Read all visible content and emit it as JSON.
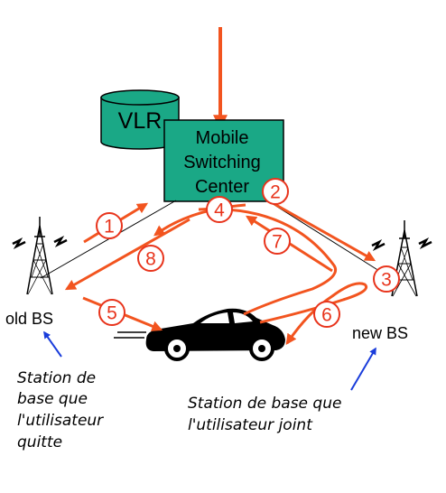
{
  "vlr": {
    "label": "VLR"
  },
  "msc": {
    "lines": [
      "Mobile",
      "Switching",
      "Center"
    ]
  },
  "old_bs": {
    "label": "old BS",
    "caption": [
      "Station de",
      "base que",
      "l'utilisateur",
      "quitte"
    ]
  },
  "new_bs": {
    "label": "new BS",
    "caption": [
      "Station de base que",
      "l'utilisateur joint"
    ]
  },
  "steps": [
    "1",
    "2",
    "3",
    "4",
    "5",
    "6",
    "7",
    "8"
  ],
  "colors": {
    "box_fill": "#1aa886",
    "arrow": "#f2541f",
    "step": "#e8341c",
    "caption_arrow": "#1a3ddb"
  }
}
